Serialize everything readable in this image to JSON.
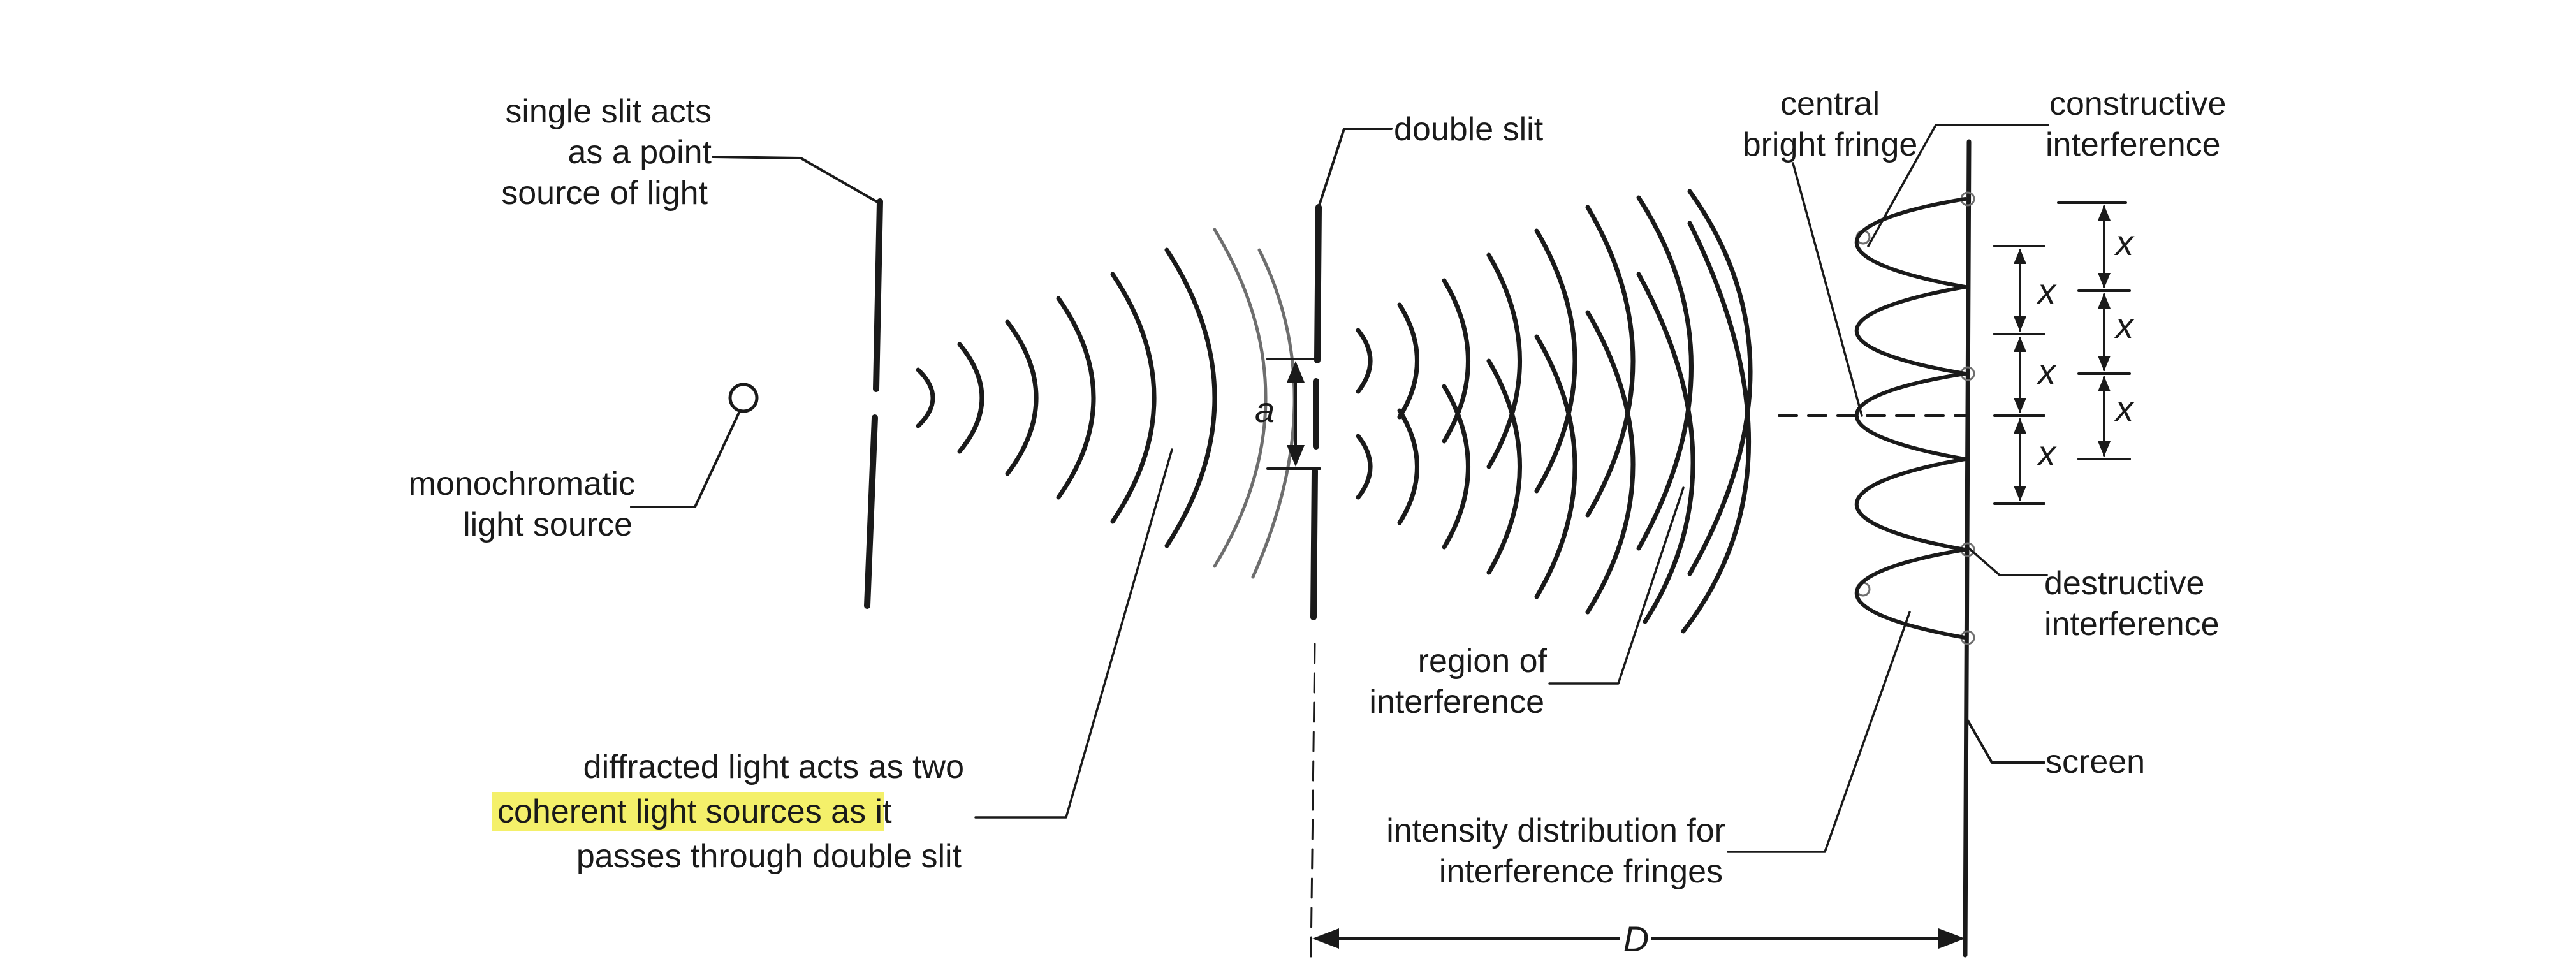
{
  "labels": {
    "single_slit_l1": "single slit acts",
    "single_slit_l2": "as a point",
    "single_slit_l3": "source of light",
    "mono_l1": "monochromatic",
    "mono_l2": "light source",
    "double_slit": "double slit",
    "central_l1": "central",
    "central_l2": "bright fringe",
    "constructive_l1": "constructive",
    "constructive_l2": "interference",
    "destructive_l1": "destructive",
    "destructive_l2": "interference",
    "screen": "screen",
    "region_l1": "region of",
    "region_l2": "interference",
    "intensity_l1": "intensity distribution for",
    "intensity_l2": "interference fringes",
    "diffracted_l1": "diffracted light acts as two",
    "diffracted_l2_highlight": "coherent light sources",
    "diffracted_l2_rest": " as it",
    "diffracted_l3": "passes through double slit",
    "slit_sep": "a",
    "fringe_sep": "x",
    "distance": "D"
  },
  "colors": {
    "ink": "#1a1a1a",
    "highlight": "#f4f06a",
    "wave_grey": "#6e6e6e"
  }
}
